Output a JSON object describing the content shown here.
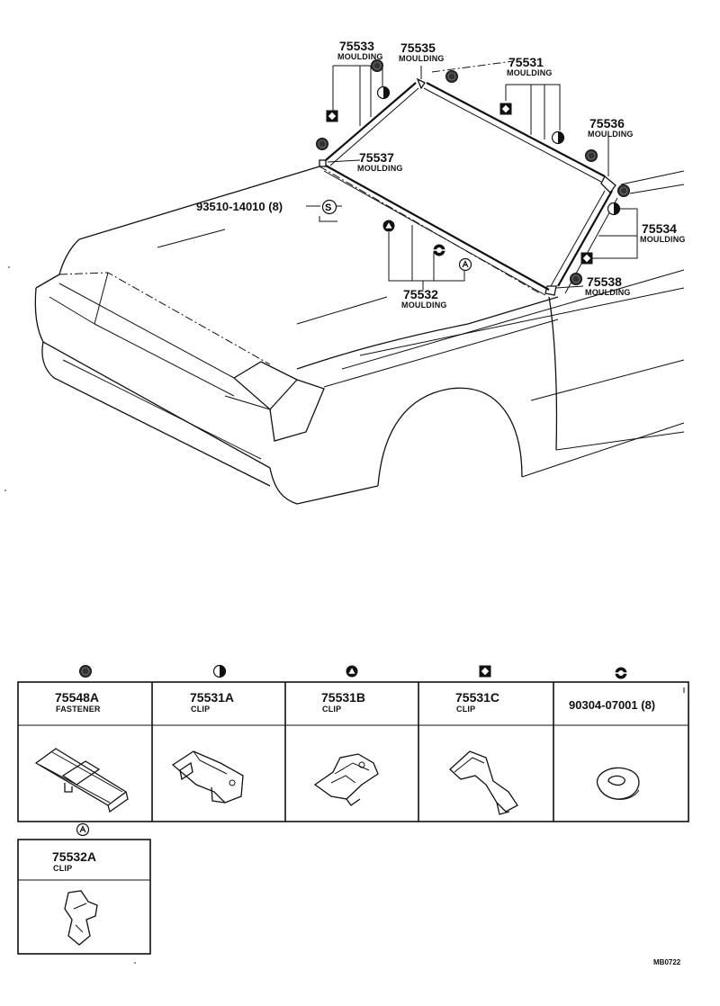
{
  "callouts": {
    "p75533": {
      "number": "75533",
      "name": "MOULDING"
    },
    "p75535": {
      "number": "75535",
      "name": "MOULDING"
    },
    "p75531": {
      "number": "75531",
      "name": "MOULDING"
    },
    "p75536": {
      "number": "75536",
      "name": "MOULDING"
    },
    "p75537": {
      "number": "75537",
      "name": "MOULDING"
    },
    "p75534": {
      "number": "75534",
      "name": "MOULDING"
    },
    "p75538": {
      "number": "75538",
      "name": "MOULDING"
    },
    "p75532": {
      "number": "75532",
      "name": "MOULDING"
    },
    "screw": {
      "number": "93510-14010 (8)"
    }
  },
  "parts_table": [
    {
      "number": "75548A",
      "name": "FASTENER",
      "symbol": "filled-circle-icon"
    },
    {
      "number": "75531A",
      "name": "CLIP",
      "symbol": "half-circle-icon"
    },
    {
      "number": "75531B",
      "name": "CLIP",
      "symbol": "triangle-icon"
    },
    {
      "number": "75531C",
      "name": "CLIP",
      "symbol": "diamond-square-icon"
    },
    {
      "number": "90304-07001 (8)",
      "name": "",
      "symbol": "ring-icon"
    },
    {
      "number": "75532A",
      "name": "CLIP",
      "symbol": "a-circle-icon"
    }
  ],
  "drawing_code": "MB0722"
}
